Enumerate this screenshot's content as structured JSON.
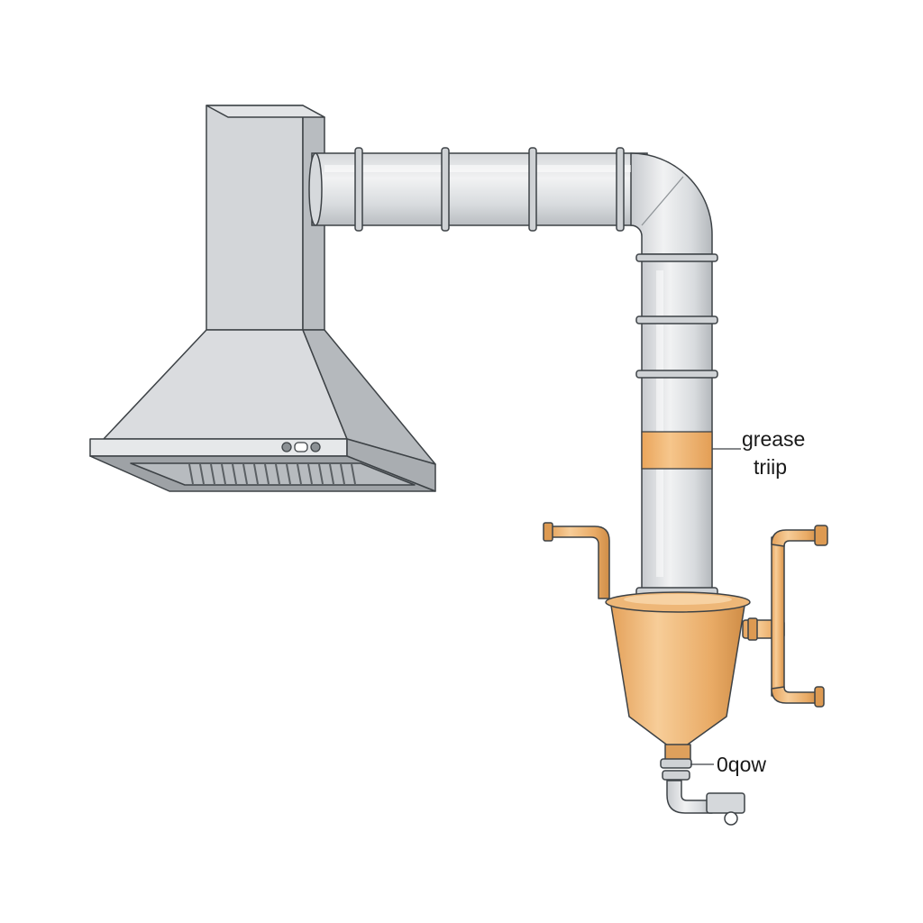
{
  "labels": {
    "grease_trap_line1": "grease",
    "grease_trap_line2": "triip",
    "outlet": "0qow"
  },
  "colors": {
    "steel_light": "#e4e6e8",
    "steel_mid": "#c9cccf",
    "steel_dark": "#a3a7ab",
    "outline": "#3d4246",
    "copper_light": "#f5c58e",
    "copper_mid": "#e9a862",
    "copper_dark": "#c98a45",
    "band": "#f0b36b"
  },
  "icons": {
    "hood": "range-hood-icon",
    "duct": "exhaust-duct-icon",
    "trap": "grease-trap-icon",
    "valve": "drain-valve-icon"
  }
}
